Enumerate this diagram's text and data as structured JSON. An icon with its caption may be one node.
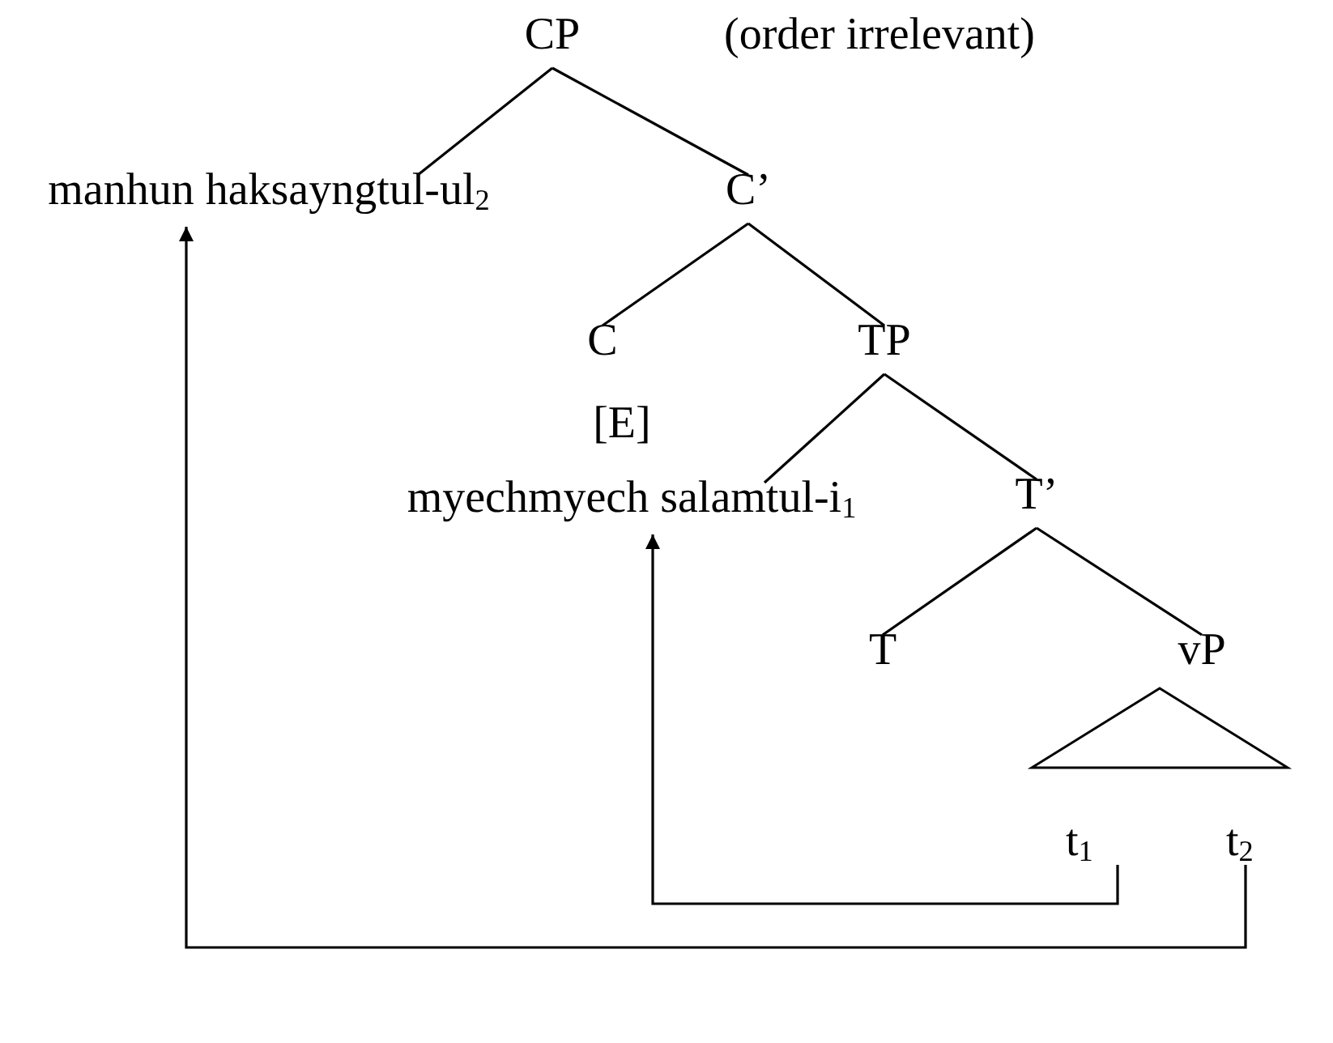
{
  "diagram": {
    "nodes": [
      {
        "text": [
          "CP"
        ]
      },
      {
        "text": [
          "manhun haksayngtul-ul$_{2}$"
        ]
      },
      {
        "text": [
          "C’"
        ]
      },
      {
        "text": [
          "C"
        ],
        "beside": [
          "[E]"
        ]
      },
      {
        "text": [
          "TP"
        ]
      },
      {
        "text": [
          "myechmyech salamtul-i$_{1}$"
        ]
      },
      {
        "text": [
          "T’"
        ]
      },
      {
        "text": [
          "T"
        ]
      },
      {
        "text": [
          "vP"
        ]
      },
      {
        "text": [],
        "shape": "triangle"
      },
      {
        "text": [
          "t$_{1}$"
        ]
      },
      {
        "text": [
          "t$_{2}$"
        ]
      }
    ],
    "edges": [
      {
        "from": 0,
        "to": 1,
        "arrow": "none"
      },
      {
        "from": 0,
        "to": 2,
        "arrow": "none"
      },
      {
        "from": 2,
        "to": 3,
        "arrow": "none"
      },
      {
        "from": 2,
        "to": 4,
        "arrow": "none"
      },
      {
        "from": 4,
        "to": 5,
        "arrow": "none"
      },
      {
        "from": 4,
        "to": 6,
        "arrow": "none"
      },
      {
        "from": 6,
        "to": 7,
        "arrow": "none"
      },
      {
        "from": 6,
        "to": 8,
        "arrow": "none"
      },
      {
        "from": 10,
        "to": 5,
        "arrow": "to"
      },
      {
        "from": 11,
        "to": 1,
        "arrow": "to"
      }
    ],
    "labels": [
      "(order irrelevant)"
    ]
  }
}
